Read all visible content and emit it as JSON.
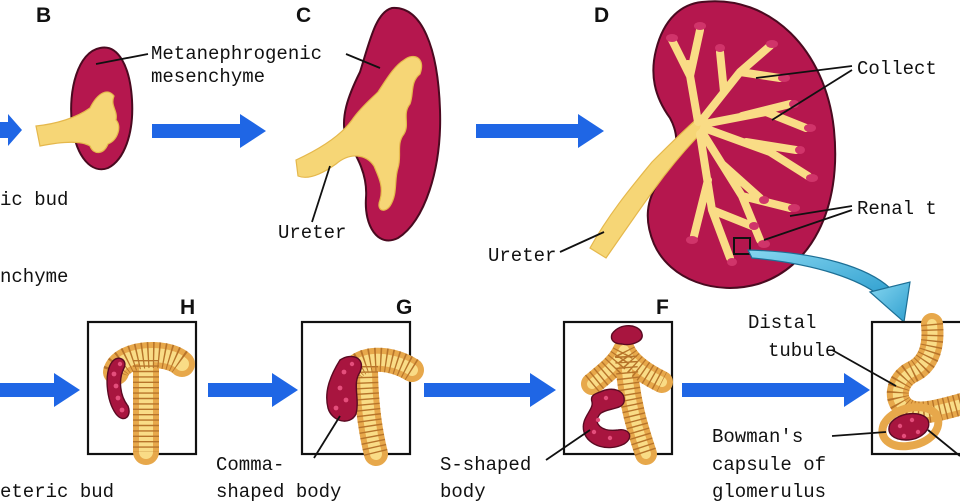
{
  "stages": {
    "b": "B",
    "c": "C",
    "d": "D",
    "f": "F",
    "g": "G",
    "h": "H"
  },
  "labels": {
    "metanephrogenic_1": "Metanephrogenic",
    "metanephrogenic_2": "mesenchyme",
    "ureteric_bud_partial": "ic bud",
    "mesenchyme_partial": "nchyme",
    "ureter_c": "Ureter",
    "ureter_d": "Ureter",
    "collecting_partial": "Collect",
    "renal_tubule_partial": "Renal t",
    "distal_1": "Distal",
    "distal_2": "tubule",
    "bowman_1": "Bowman's",
    "bowman_2": "capsule of",
    "bowman_3": "glomerulus",
    "s_shaped_1": "S-shaped",
    "s_shaped_2": "body",
    "comma_1": "Comma-",
    "comma_2": "shaped body",
    "ureteric_bud_bottom": "eteric bud"
  },
  "colors": {
    "arrow": "#1f66e5",
    "kidney": "#b5174e",
    "tubule": "#f6d676",
    "zoom_arrow": "#4fb8df"
  }
}
